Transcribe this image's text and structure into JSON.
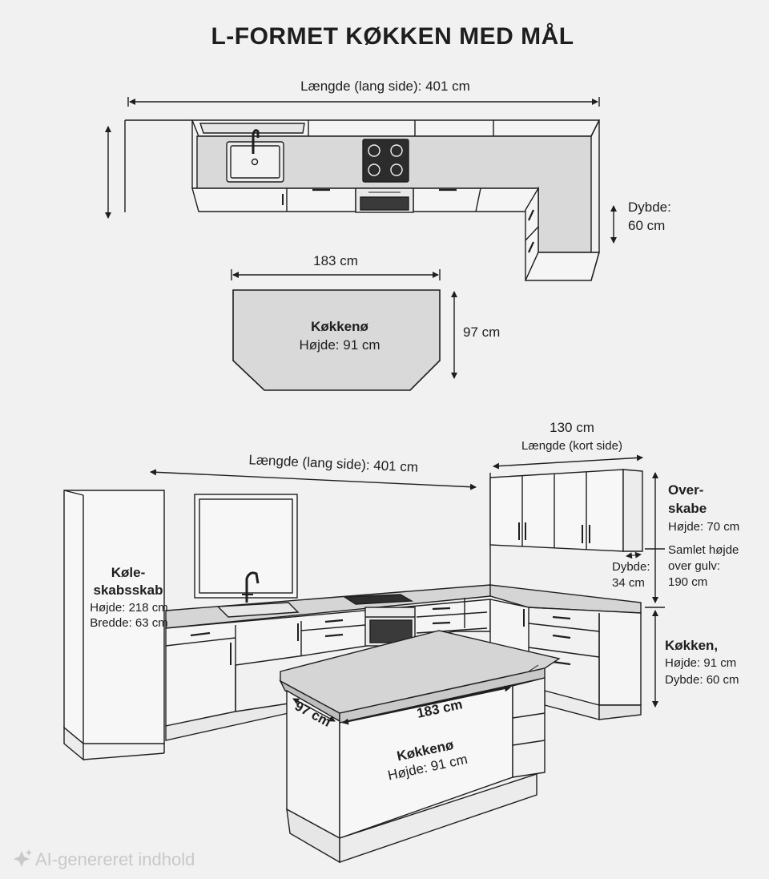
{
  "title": "L-FORMET KØKKEN MED MÅL",
  "plan": {
    "length_long": "Længde (lang side): 401 cm",
    "depth_label": "Dybde:",
    "depth_value": "60 cm",
    "island_width": "183 cm",
    "island_depth": "97 cm",
    "island_name": "Køkkenø",
    "island_height": "Højde: 91 cm"
  },
  "perspective": {
    "short_value": "130 cm",
    "short_label": "Længde (kort side)",
    "length_long": "Længde (lang side): 401 cm",
    "fridge_name_1": "Køle-",
    "fridge_name_2": "skabsskab",
    "fridge_height": "Højde: 218 cm",
    "fridge_width": "Bredde: 63 cm",
    "upper_name_1": "Over-",
    "upper_name_2": "skabe",
    "upper_height": "Højde: 70 cm",
    "total_1": "Samlet højde",
    "total_2": "over gulv:",
    "total_3": "190 cm",
    "upper_depth_label": "Dybde:",
    "upper_depth_value": "34 cm",
    "kitchen_name": "Køkken,",
    "kitchen_height": "Højde: 91 cm",
    "kitchen_depth": "Dybde: 60 cm",
    "island_width": "183 cm",
    "island_depth": "97 cm",
    "island_name": "Køkkenø",
    "island_height": "Højde: 91 cm"
  },
  "watermark": "AI-genereret indhold",
  "icons": [
    "sparkle-icon"
  ]
}
